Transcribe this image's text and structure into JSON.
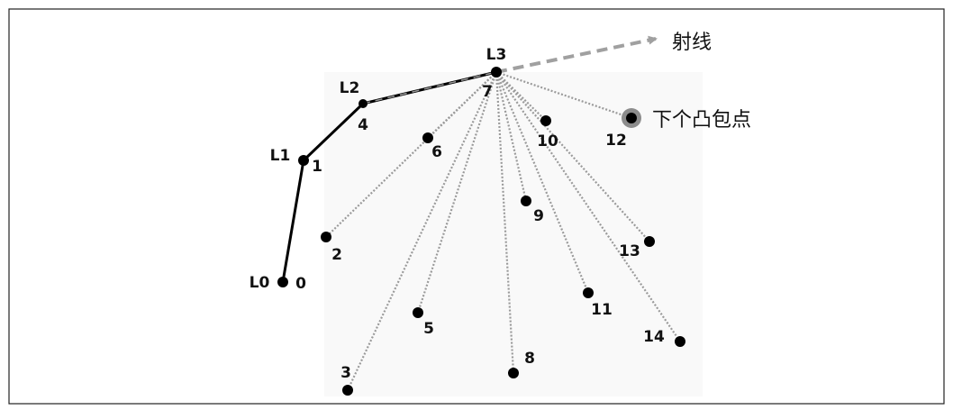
{
  "diagram": {
    "ray_label": "射线",
    "next_hull_label": "下个凸包点",
    "hull_labels": [
      "L0",
      "L1",
      "L2",
      "L3"
    ],
    "points": [
      {
        "id": "0"
      },
      {
        "id": "1"
      },
      {
        "id": "2"
      },
      {
        "id": "3"
      },
      {
        "id": "4"
      },
      {
        "id": "5"
      },
      {
        "id": "6"
      },
      {
        "id": "7"
      },
      {
        "id": "8"
      },
      {
        "id": "9"
      },
      {
        "id": "10"
      },
      {
        "id": "11"
      },
      {
        "id": "12"
      },
      {
        "id": "13"
      },
      {
        "id": "14"
      }
    ],
    "hull_path": [
      "0",
      "1",
      "4",
      "7"
    ],
    "candidates_from": "7",
    "candidates": [
      "2",
      "3",
      "5",
      "6",
      "8",
      "9",
      "10",
      "11",
      "12",
      "13",
      "14"
    ],
    "next_hull_point": "12",
    "colors": {
      "point": "#000000",
      "hull": "#000000",
      "dotted": "#9a9a9a",
      "ray": "#a0a0a0",
      "halo": "#8c8c8c"
    }
  }
}
